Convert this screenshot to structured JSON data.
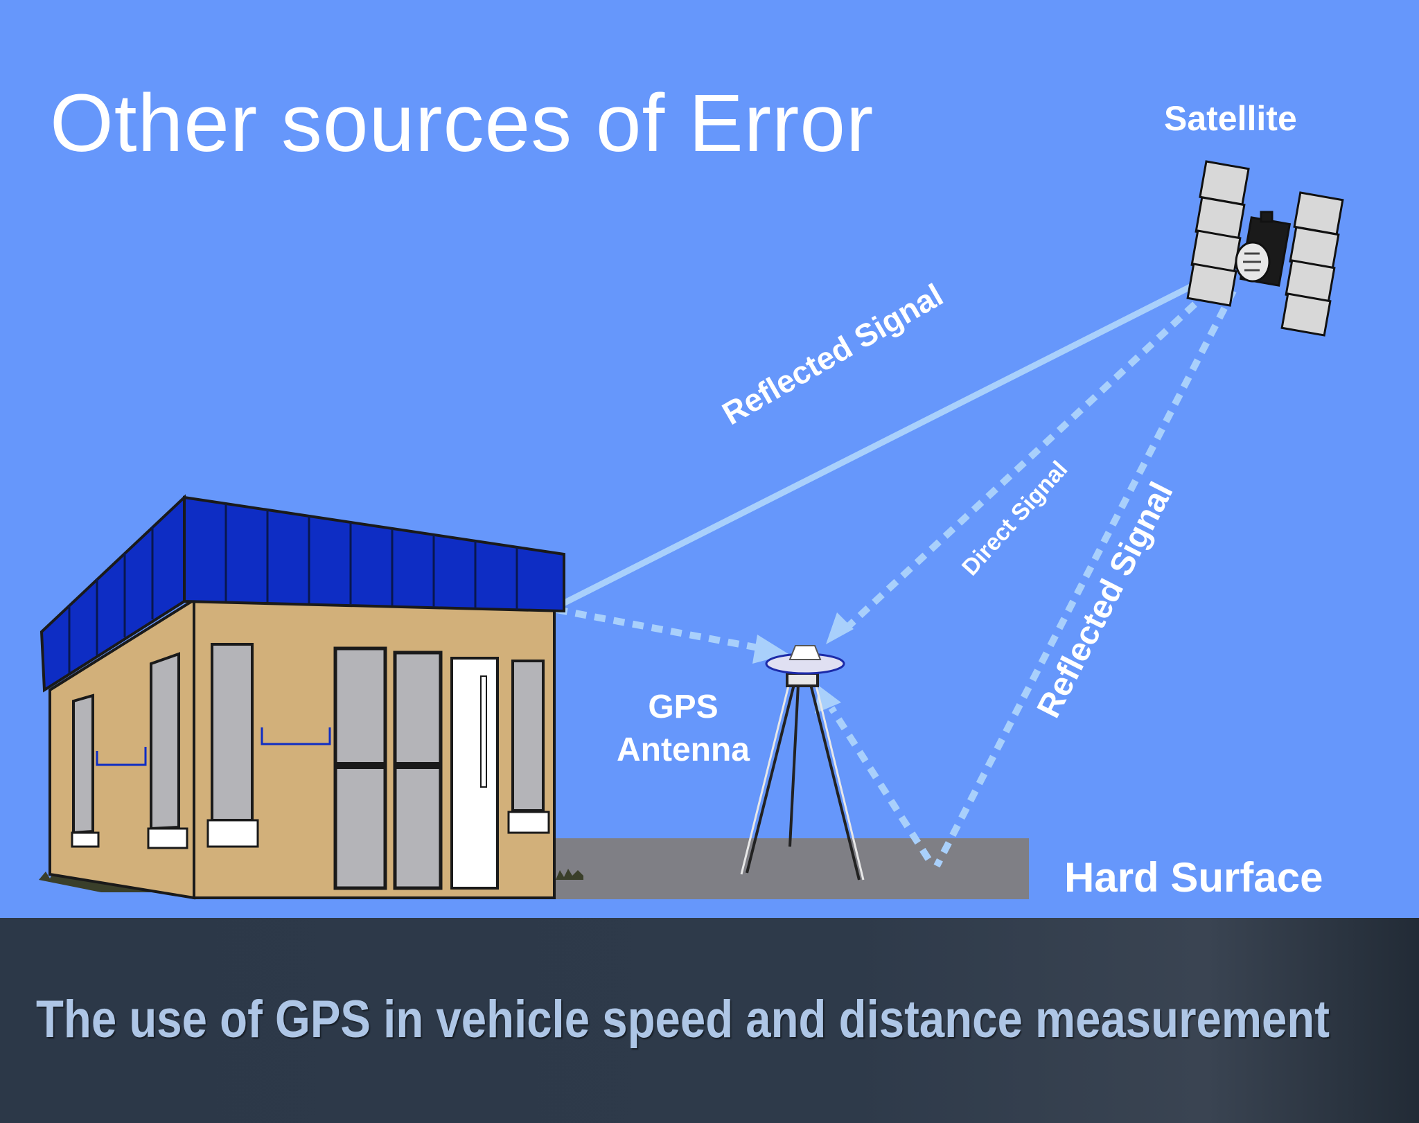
{
  "slide": {
    "title": "Other sources of Error",
    "footer": "The use of GPS in vehicle speed and distance measurement"
  },
  "labels": {
    "satellite": "Satellite",
    "reflected_signal_roof": "Reflected Signal",
    "direct_signal": "Direct Signal",
    "reflected_signal_ground": "Reflected Signal",
    "gps_antenna_line1": "GPS",
    "gps_antenna_line2": "Antenna",
    "hard_surface": "Hard Surface"
  },
  "colors": {
    "background": "#6697fb",
    "signal": "#a9d0fb",
    "roof": "#0e2dc4",
    "building_wall": "#d2b07a",
    "window": "#b4b4b8",
    "hard_surface": "#7f7f85",
    "footer_bar": "#2e3a4a",
    "footer_text": "#aec6e6"
  },
  "icons": {
    "satellite": "satellite-icon",
    "antenna": "gps-antenna-tripod-icon",
    "building": "building-icon"
  }
}
